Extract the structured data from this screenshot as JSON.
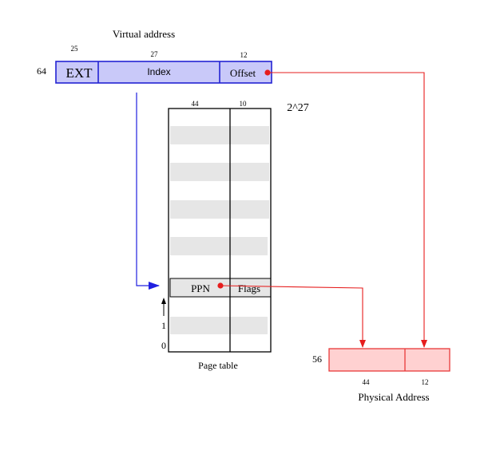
{
  "virtual_address": {
    "title": "Virtual address",
    "width_label": "64",
    "fields": {
      "ext": {
        "label": "EXT",
        "bits": "25"
      },
      "index": {
        "label": "Index",
        "bits": "27"
      },
      "offset": {
        "label": "Offset",
        "bits": "12"
      }
    }
  },
  "page_table": {
    "caption": "Page table",
    "size_label": "2^27",
    "column_bits": {
      "ppn": "44",
      "flags": "10"
    },
    "entry": {
      "ppn_label": "PPN",
      "flags_label": "Flags"
    },
    "row_index_labels": {
      "row1": "1",
      "row0": "0"
    }
  },
  "physical_address": {
    "caption": "Physical Address",
    "width_label": "56",
    "field_bits": {
      "ppn": "44",
      "offset": "12"
    }
  },
  "colors": {
    "virtual_fill": "#c9c9f9",
    "virtual_stroke": "#2323d3",
    "physical_fill": "#ffd1d1",
    "physical_stroke": "#e83a3a",
    "arrow_red": "#e61d1d",
    "arrow_blue": "#2020e0",
    "table_row_fill": "#e6e6e6"
  }
}
